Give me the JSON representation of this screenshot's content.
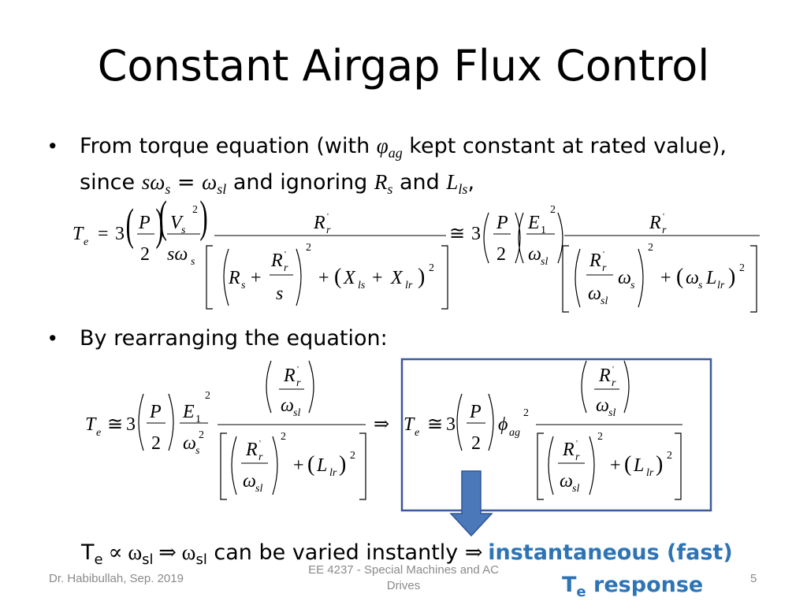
{
  "title": "Constant Airgap Flux Control",
  "bullet1": {
    "line1_pre": "From torque equation (with ",
    "phi": "φ",
    "ag": "ag",
    "line1_post": " kept constant at rated value),",
    "line2_a": "since ",
    "s": "s",
    "omega": "ω",
    "sub_s": "s",
    "eq": " = ",
    "sub_sl": "sl",
    "line2_b": " and ignoring ",
    "R": "R",
    "line2_c": " and ",
    "L": "L",
    "sub_ls": "ls",
    "line2_end": ","
  },
  "bullet2": {
    "text": "By rearranging the equation:"
  },
  "conclusion": {
    "Te": "T",
    "e": "e",
    "prop": " ∝ ",
    "omega": "ω",
    "sl": "sl",
    "implies": " ⇒ ",
    "text": " can be varied instantly ",
    "fast": "instantaneous (fast)",
    "response": " response"
  },
  "footer": {
    "left": "Dr. Habibullah, Sep. 2019",
    "center_line1": "EE 4237 - Special Machines and AC",
    "center_line2": "Drives",
    "page": "5"
  },
  "colors": {
    "highlight": "#2e74b5",
    "box": "#3a5a9a",
    "arrow_fill": "#4a78b8",
    "footer": "#8a8a8a"
  }
}
